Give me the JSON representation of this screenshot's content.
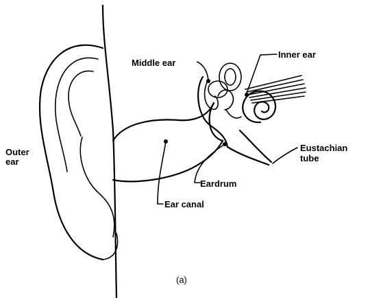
{
  "labels": {
    "middle_ear": "Middle ear",
    "inner_ear": "Inner ear",
    "outer_ear_line1": "Outer",
    "outer_ear_line2": "ear",
    "eustachian_line1": "Eustachian",
    "eustachian_line2": "tube",
    "eardrum": "Eardrum",
    "ear_canal": "Ear canal"
  },
  "caption": "(a)"
}
